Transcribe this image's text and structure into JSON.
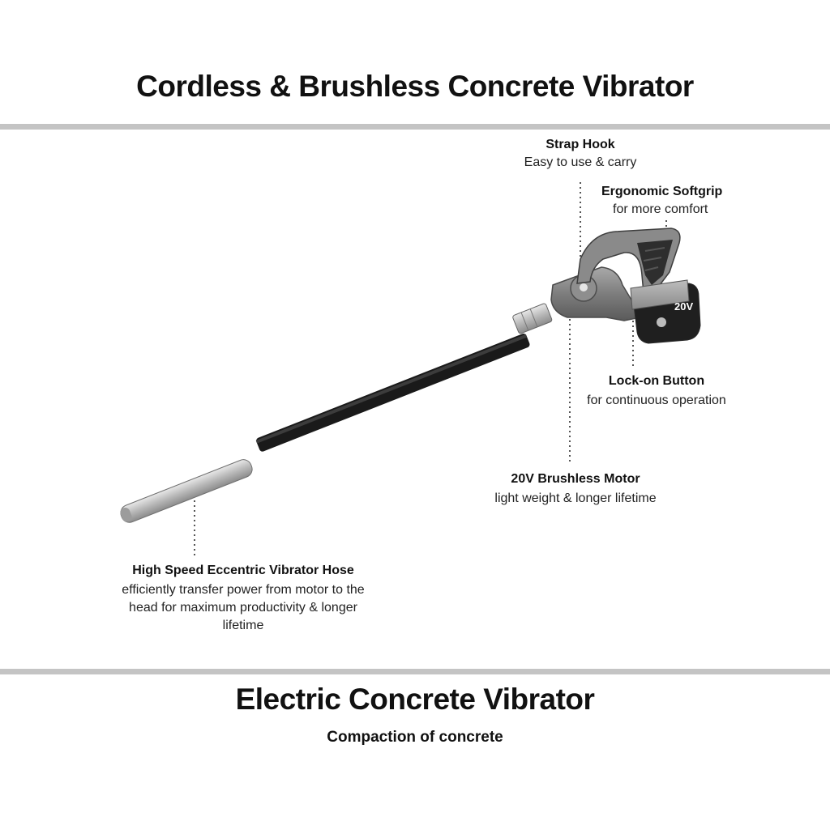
{
  "header": {
    "title": "Cordless & Brushless Concrete Vibrator"
  },
  "callouts": {
    "strap_hook": {
      "title": "Strap Hook",
      "desc": "Easy to use & carry"
    },
    "softgrip": {
      "title": "Ergonomic Softgrip",
      "desc": "for more comfort"
    },
    "lock_on": {
      "title": "Lock-on Button",
      "desc": "for continuous operation"
    },
    "motor": {
      "title": "20V Brushless Motor",
      "desc": "light weight & longer lifetime"
    },
    "hose": {
      "title": "High Speed Eccentric Vibrator Hose",
      "desc_lines": [
        "efficiently transfer power from motor to the",
        "head for maximum productivity & longer",
        "lifetime"
      ]
    }
  },
  "battery": {
    "voltage_label": "20V"
  },
  "footer": {
    "title": "Electric Concrete Vibrator",
    "subtitle": "Compaction of concrete"
  },
  "colors": {
    "divider": "#c4c4c4",
    "body_gray": "#7a7a7a",
    "hose_black": "#1a1a1a",
    "steel": "#bdbdbd"
  }
}
